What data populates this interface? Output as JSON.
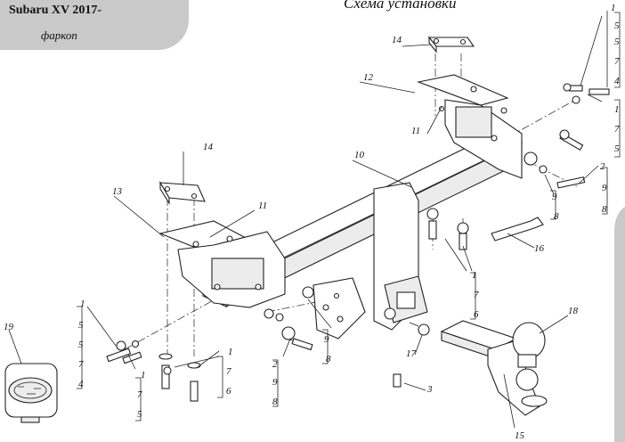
{
  "header": {
    "vehicle": "Subaru XV 2017-",
    "product": "фаркоп"
  },
  "diagram": {
    "title": "Схема установки",
    "labels": {
      "n1": "1",
      "n2": "2",
      "n3": "3",
      "n4": "4",
      "n5": "5",
      "n6": "6",
      "n7": "7",
      "n8": "8",
      "n9": "9",
      "n10": "10",
      "n11": "11",
      "n12": "12",
      "n13": "13",
      "n14": "14",
      "n15": "15",
      "n16": "16",
      "n17": "17",
      "n18": "18",
      "n19": "19"
    }
  }
}
